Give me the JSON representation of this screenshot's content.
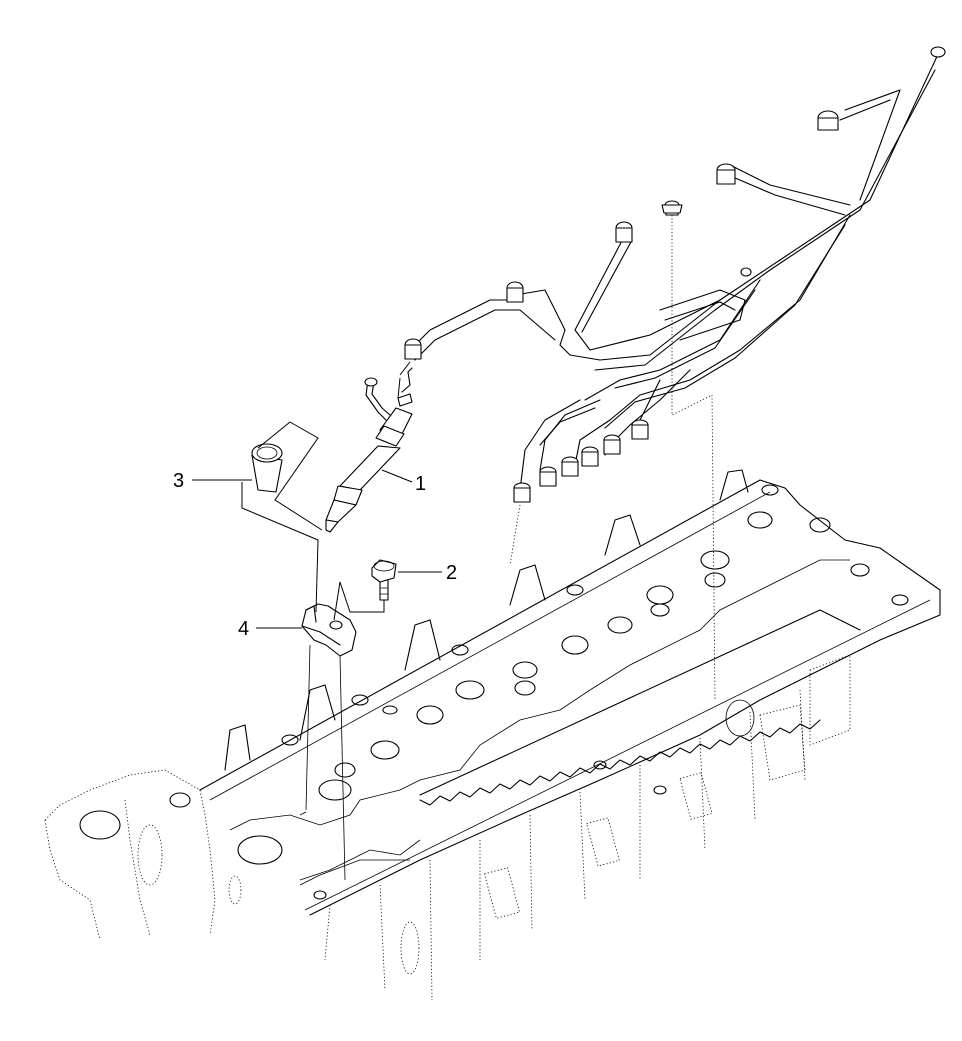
{
  "callouts": [
    {
      "id": "1",
      "label": "1",
      "part": "injector"
    },
    {
      "id": "2",
      "label": "2",
      "part": "bolt"
    },
    {
      "id": "3",
      "label": "3",
      "part": "sleeve"
    },
    {
      "id": "4",
      "label": "4",
      "part": "clamp"
    }
  ],
  "colors": {
    "line": "#000000",
    "background": "#ffffff"
  }
}
